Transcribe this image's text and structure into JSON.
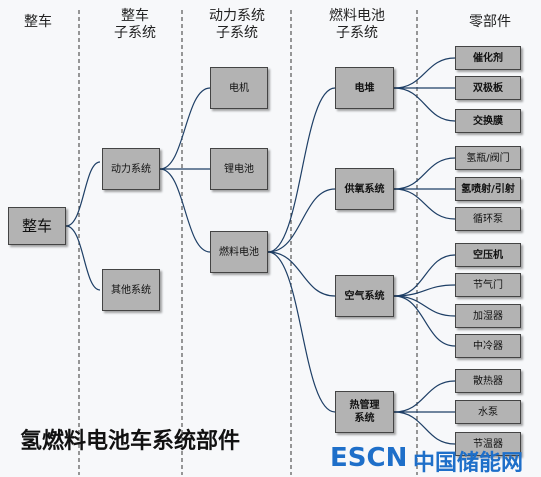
{
  "headers": {
    "vehicle": "整车",
    "vehicle_subsystem": "整车\n子系统",
    "power_subsystem": "动力系统\n子系统",
    "fuel_cell_subsystem": "燃料电池\n子系统",
    "components": "零部件"
  },
  "nodes": {
    "vehicle": "整车",
    "power_system": "动力系统",
    "other_systems": "其他系统",
    "motor": "电机",
    "lithium_battery": "锂电池",
    "fuel_cell": "燃料电池",
    "stack": "电堆",
    "hydrogen_supply": "供氧系统",
    "air_system": "空气系统",
    "thermal_mgmt": "热管理\n系统",
    "catalyst": "催化剂",
    "bipolar_plate": "双极板",
    "exchange_membrane": "交换膜",
    "hydrogen_valve": "氢瓶/阀门",
    "hydrogen_injector": "氢喷射/引射",
    "recirc_pump": "循环泵",
    "air_compressor": "空压机",
    "throttle": "节气门",
    "humidifier": "加湿器",
    "intercooler": "中冷器",
    "radiator": "散热器",
    "water_pump": "水泵",
    "cut_label": "节温器"
  },
  "footer_title": "氢燃料电池车系统部件",
  "watermark": {
    "brand": "ESCN",
    "name": "中国储能网"
  }
}
